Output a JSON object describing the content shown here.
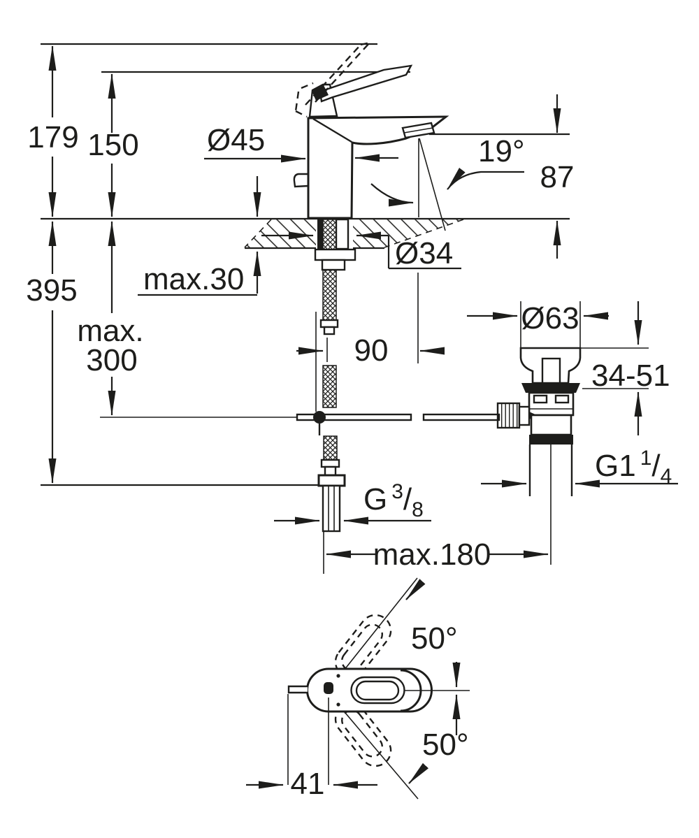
{
  "dims": {
    "overall_height": "179",
    "handle_height": "150",
    "body_diameter": "Ø45",
    "spray_angle": "19°",
    "spout_height": "87",
    "below_deck_height": "395",
    "deck_thickness": "max.30",
    "hole_diameter": "Ø34",
    "rod_drop_line1": "max.",
    "rod_drop_line2": "300",
    "spout_projection": "90",
    "waste_flange_diameter": "Ø63",
    "mounting_range": "34-51",
    "waste_thread": {
      "base": "G1",
      "numerator": "1",
      "slash": "/",
      "denominator": "4"
    },
    "supply_thread": {
      "base": "G",
      "numerator": "3",
      "slash": "/",
      "denominator": "8"
    },
    "rod_reach": "max.180",
    "swing_upper": "50°",
    "swing_lower": "50°",
    "handle_offset": "41"
  },
  "style": {
    "ink": "#1d1d1b",
    "background": "#ffffff"
  }
}
